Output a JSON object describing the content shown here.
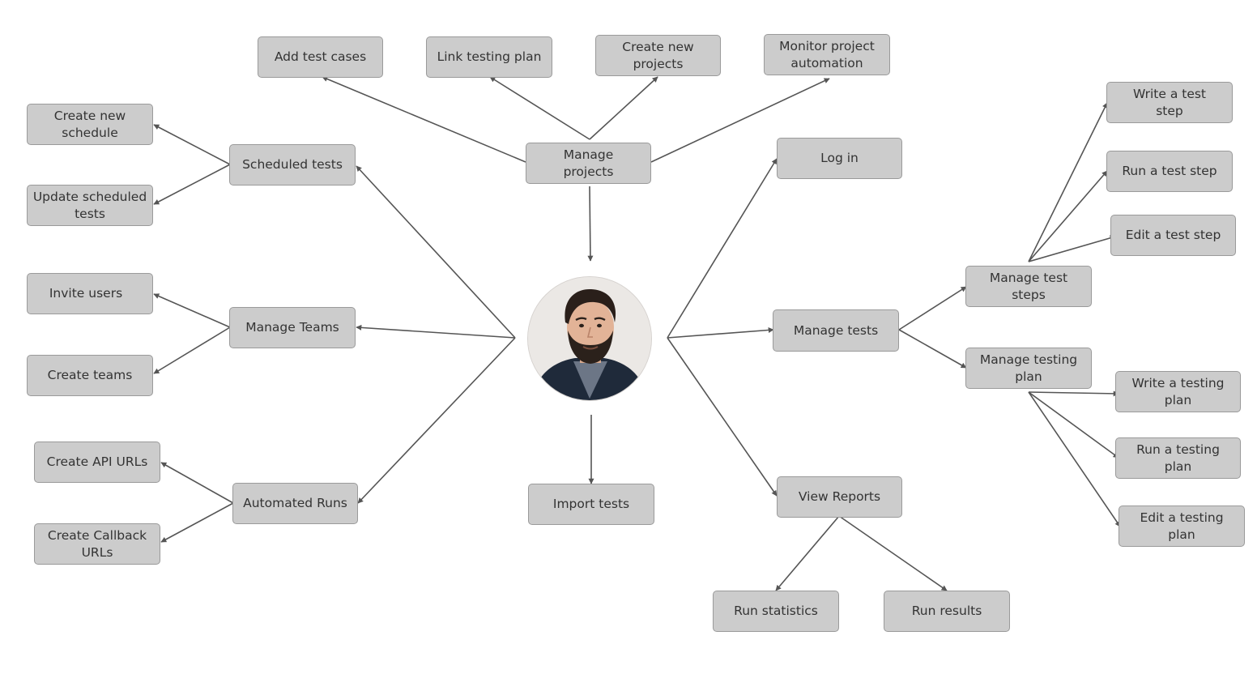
{
  "diagram": {
    "center": {
      "icon": "person-avatar"
    },
    "colors": {
      "node_fill": "#cccccc",
      "node_border": "#9a9a9a",
      "edge": "#555555",
      "text": "#333333"
    },
    "nodes": {
      "add_test_cases": "Add test cases",
      "link_testing_plan": "Link testing plan",
      "create_new_projects": "Create new projects",
      "monitor_project_automation": "Monitor project automation",
      "manage_projects": "Manage projects",
      "create_new_schedule": "Create new schedule",
      "update_scheduled_tests": "Update scheduled tests",
      "scheduled_tests": "Scheduled tests",
      "invite_users": "Invite users",
      "create_teams": "Create teams",
      "manage_teams": "Manage Teams",
      "create_api_urls": "Create API URLs",
      "create_callback_urls": "Create Callback URLs",
      "automated_runs": "Automated Runs",
      "import_tests": "Import tests",
      "log_in": "Log in",
      "manage_tests": "Manage tests",
      "view_reports": "View Reports",
      "run_statistics": "Run statistics",
      "run_results": "Run results",
      "manage_test_steps": "Manage test steps",
      "manage_testing_plan": "Manage testing plan",
      "write_a_test_step": "Write a test step",
      "run_a_test_step": "Run a test step",
      "edit_a_test_step": "Edit a test step",
      "write_a_testing_plan": "Write a testing plan",
      "run_a_testing_plan": "Run a testing plan",
      "edit_a_testing_plan": "Edit a testing plan"
    }
  }
}
